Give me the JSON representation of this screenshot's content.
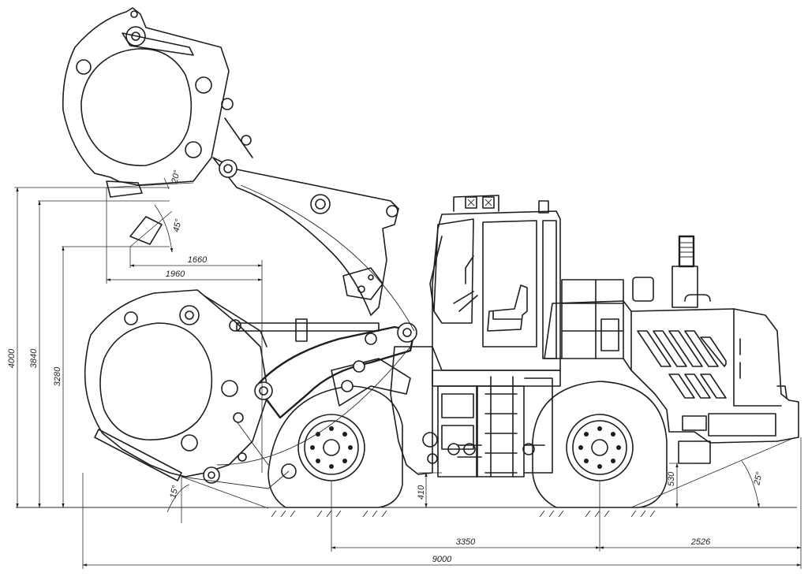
{
  "dimensions": {
    "height_total": "4000",
    "height_hinge": "3840",
    "height_dump": "3280",
    "reach_1660": "1660",
    "reach_1960": "1960",
    "ground_clearance": "410",
    "rear_clearance": "530",
    "wheelbase": "3350",
    "rear_overhang": "2526",
    "overall_length": "9000"
  },
  "angles": {
    "grab_rollback": "20°",
    "dump_angle": "45°",
    "ground_angle": "15°",
    "departure_angle": "25°"
  },
  "colors": {
    "line": "#1e1e1e",
    "paper": "#ffffff"
  }
}
